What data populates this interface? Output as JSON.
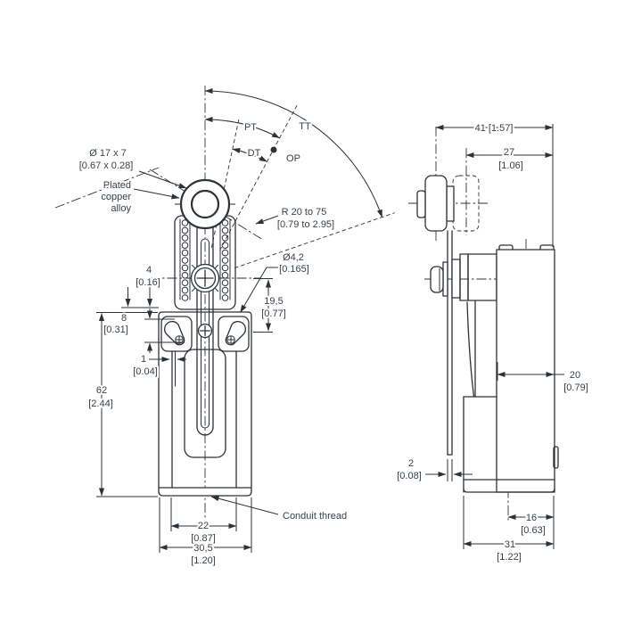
{
  "drawing": {
    "title_hint": "limit switch with adjustable roller lever, front and side views",
    "front_view": {
      "labels": {
        "roller_size": "Ø 17 x 7",
        "roller_size_in": "[0.67 x 0.28]",
        "material_1": "Plated",
        "material_2": "copper",
        "material_3": "alloy",
        "pt": "PT",
        "tt": "TT",
        "dt": "DT",
        "op": "OP",
        "lever_radius": "R 20 to 75",
        "lever_radius_in": "[0.79 to 2.95]",
        "hole_dia": "Ø4,2",
        "hole_dia_in": "[0.165]",
        "dim_19_5": "19,5",
        "dim_19_5_in": "[0.77]",
        "dim_4": "4",
        "dim_4_in": "[0.16]",
        "dim_8": "8",
        "dim_8_in": "[0.31]",
        "dim_1": "1",
        "dim_1_in": "[0.04]",
        "dim_62": "62",
        "dim_62_in": "[2.44]",
        "dim_22": "22",
        "dim_22_in": "[0.87]",
        "dim_30_5": "30,5",
        "dim_30_5_in": "[1.20]",
        "conduit": "Conduit thread"
      }
    },
    "side_view": {
      "labels": {
        "dim_41": "41 [1.57]",
        "dim_27": "27",
        "dim_27_in": "[1.06]",
        "dim_20": "20",
        "dim_20_in": "[0.79]",
        "dim_2": "2",
        "dim_2_in": "[0.08]",
        "dim_16": "16",
        "dim_16_in": "[0.63]",
        "dim_31": "31",
        "dim_31_in": "[1.22]"
      }
    },
    "colors": {
      "line": "#2d3238",
      "text": "#3a4149",
      "background": "#ffffff"
    }
  }
}
